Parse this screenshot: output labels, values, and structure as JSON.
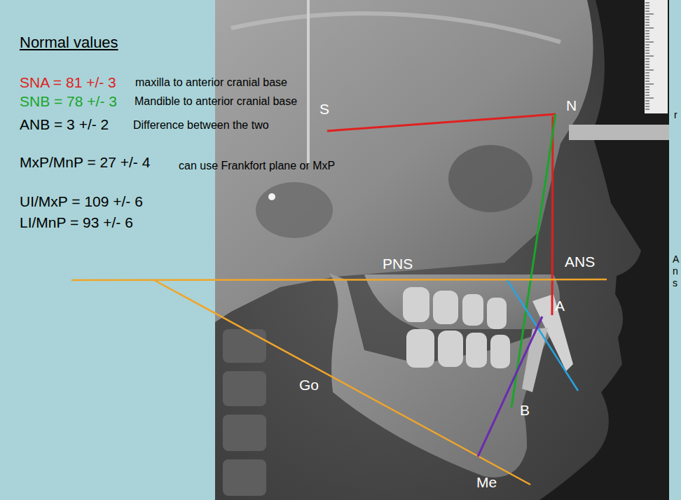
{
  "diagram": {
    "labels": [
      "Normal values",
      "SNA = 81 +/- 3",
      "maxilla to anterior cranial base",
      "SNB = 78 +/- 3",
      "Mandible to anterior cranial base",
      "ANB = 3 +/- 2",
      "Difference between the two",
      "MxP/MnP = 27 +/- 4",
      "can use Frankfort plane or MxP",
      "UI/MxP = 109 +/- 6",
      "LI/MnP = 93 +/- 6",
      "S",
      "N",
      "PNS",
      "ANS",
      "A",
      "B",
      "Go",
      "Me",
      "r",
      "A",
      "n",
      "s"
    ]
  }
}
